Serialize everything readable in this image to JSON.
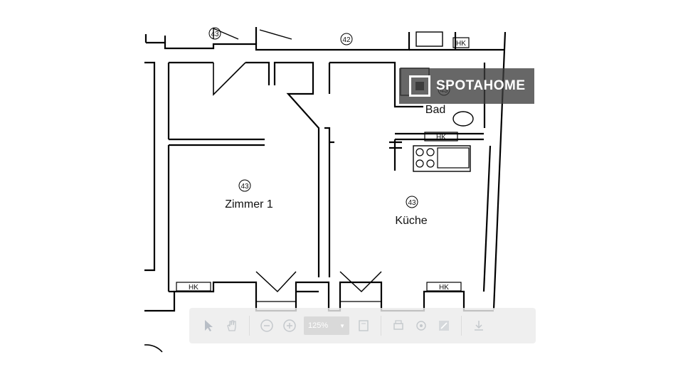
{
  "floorplan": {
    "rooms": [
      {
        "name": "Zimmer 1",
        "number": "43"
      },
      {
        "name": "Küche",
        "number": "43"
      },
      {
        "name": "Bad",
        "number": "43"
      }
    ],
    "top_numbers": [
      "43",
      "42"
    ],
    "radiator_label": "HK"
  },
  "watermark": {
    "brand": "SPOTAHOME"
  },
  "toolbar": {
    "zoom_value": "125%",
    "icons": [
      "select-arrow-icon",
      "pan-icon",
      "zoom-out-icon",
      "zoom-in-icon",
      "zoom-select",
      "fit-page-icon",
      "print-icon",
      "settings-icon",
      "fullscreen-icon",
      "download-icon"
    ]
  }
}
